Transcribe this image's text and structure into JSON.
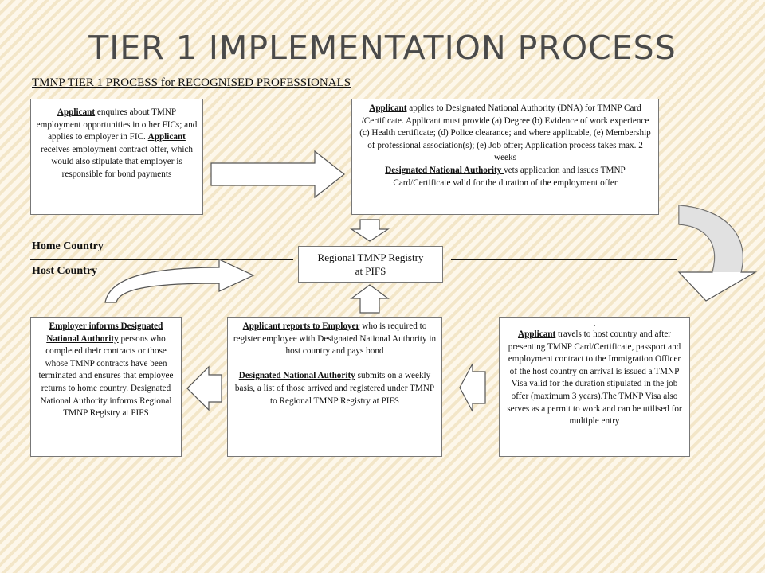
{
  "slide": {
    "title": "TIER 1 IMPLEMENTATION PROCESS",
    "subtitle": "TMNP TIER 1  PROCESS for RECOGNISED PROFESSIONALS"
  },
  "labels": {
    "home_country": "Home Country",
    "host_country": "Host Country"
  },
  "registry": {
    "line1": "Regional TMNP Registry",
    "line2": "at PIFS"
  },
  "boxes": {
    "b1": {
      "lead": "Applicant",
      "text1": " enquires about TMNP employment opportunities in other FICs; and applies to employer in FIC. ",
      "lead2": "Applicant",
      "text2": " receives employment contract offer, which would also stipulate that employer is responsible for bond payments"
    },
    "b2": {
      "lead": "Applicant",
      "text1": " applies to Designated National Authority (DNA) for TMNP Card /Certificate. Applicant must provide (a) Degree (b) Evidence of work experience (c) Health certificate; (d) Police clearance; and where applicable, (e) Membership of professional association(s); (e) Job offer; Application process takes max. 2 weeks",
      "lead2": "Designated National Authority ",
      "text2": "vets application and issues TMNP Card/Certificate valid for the duration of the employment offer"
    },
    "b3": {
      "dot": ".",
      "lead": "Applicant",
      "text1": " travels to host country and after presenting TMNP Card/Certificate, passport and employment contract to the Immigration Officer of the host country on arrival is issued a TMNP Visa valid for the duration stipulated in the job offer (maximum 3 years).The TMNP Visa also serves as a permit to work and can be utilised for multiple entry"
    },
    "b4": {
      "lead": "Applicant reports to Employer",
      "text1": " who is required to register employee with Designated National Authority in host country and pays bond",
      "lead2": "Designated National Authority",
      "text2": " submits on a weekly basis, a list of those arrived and registered under TMNP to Regional TMNP Registry at PIFS"
    },
    "b5": {
      "lead": "Employer  informs Designated National Authority",
      "text1": "  persons who completed their contracts or those whose TMNP contracts have been terminated and ensures that employee returns to home country. Designated National Authority informs Regional TMNP Registry at PIFS"
    }
  },
  "colors": {
    "background": "#fdf7ea",
    "hatch": "#ecd9b0",
    "accent_rule": "#d8a04a",
    "title": "#4a4a4a"
  }
}
